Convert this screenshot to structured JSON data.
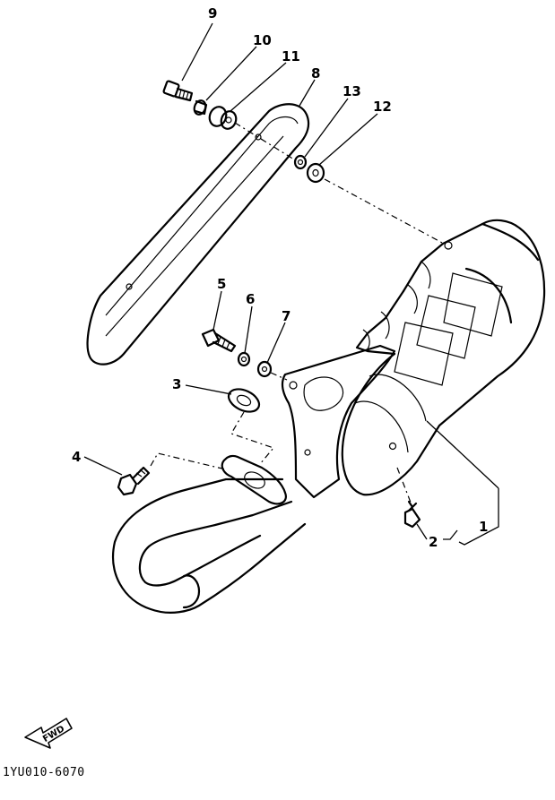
{
  "diagram": {
    "part_callouts": [
      "1",
      "2",
      "3",
      "4",
      "5",
      "6",
      "7",
      "8",
      "9",
      "10",
      "11",
      "12",
      "13"
    ],
    "fwd_label": "FWD",
    "drawing_code": "1YU010-6070"
  }
}
